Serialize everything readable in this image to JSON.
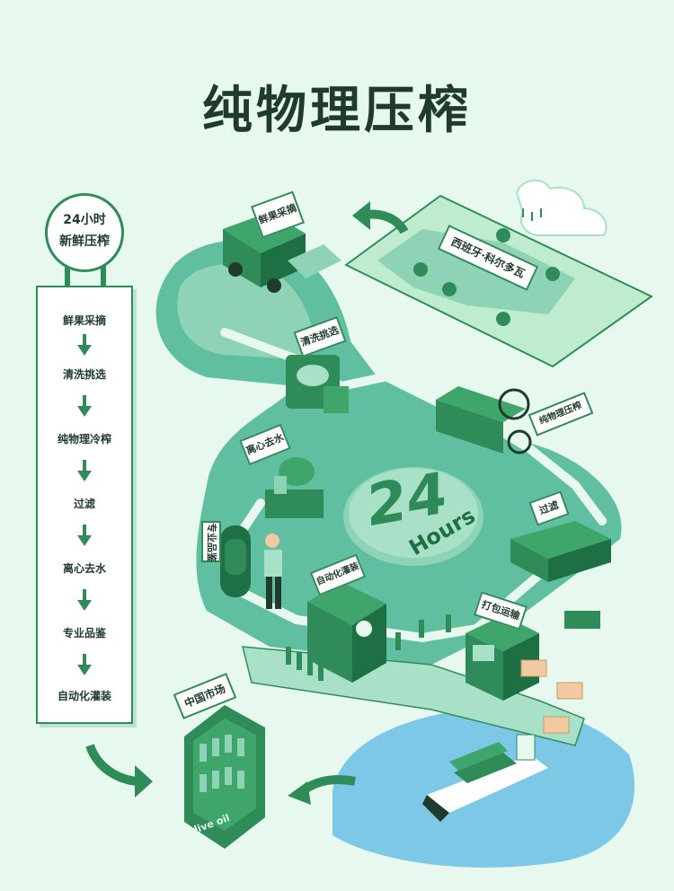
{
  "page": {
    "title": "纯物理压榨"
  },
  "badge": {
    "line1": "24小时",
    "line2": "新鲜压榨"
  },
  "process_steps": [
    "鲜果采摘",
    "清洗挑选",
    "纯物理冷榨",
    "过滤",
    "离心去水",
    "专业品鉴",
    "自动化灌装"
  ],
  "signs": {
    "harvest": "鲜果采摘",
    "origin": "西班牙·科尔多瓦",
    "wash": "清洗挑选",
    "press": "纯物理压榨",
    "centrifuge": "离心去水",
    "taste": "专业品鉴",
    "filter": "过滤",
    "fill": "自动化灌装",
    "pack": "打包运输",
    "market": "中国市场"
  },
  "center": {
    "number": "24",
    "word": "Hours"
  },
  "shelf_text": "olive oil",
  "colors": {
    "background": "#e7f8ef",
    "primary_green": "#2f8c58",
    "dark_green": "#1f3b2c",
    "path_teal": "#5fbfa0",
    "light_teal": "#a8e0c8",
    "water_blue": "#7cc8e6"
  },
  "icons": [
    "arrow-down-icon",
    "curved-arrow-icon",
    "cloud-rain-icon",
    "ship-icon",
    "truck-icon"
  ]
}
